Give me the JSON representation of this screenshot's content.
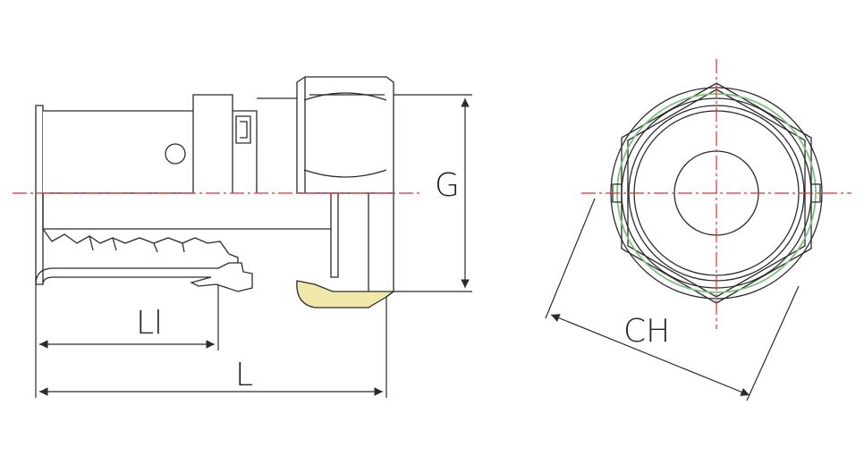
{
  "labels": {
    "G": "G",
    "Li": "Ll",
    "L": "L",
    "CH": "CH"
  },
  "colors": {
    "line": "#2b2b2b",
    "centerline": "#e03030",
    "brass": "#f0e8a8",
    "gasket_green": "#7fc07f"
  }
}
